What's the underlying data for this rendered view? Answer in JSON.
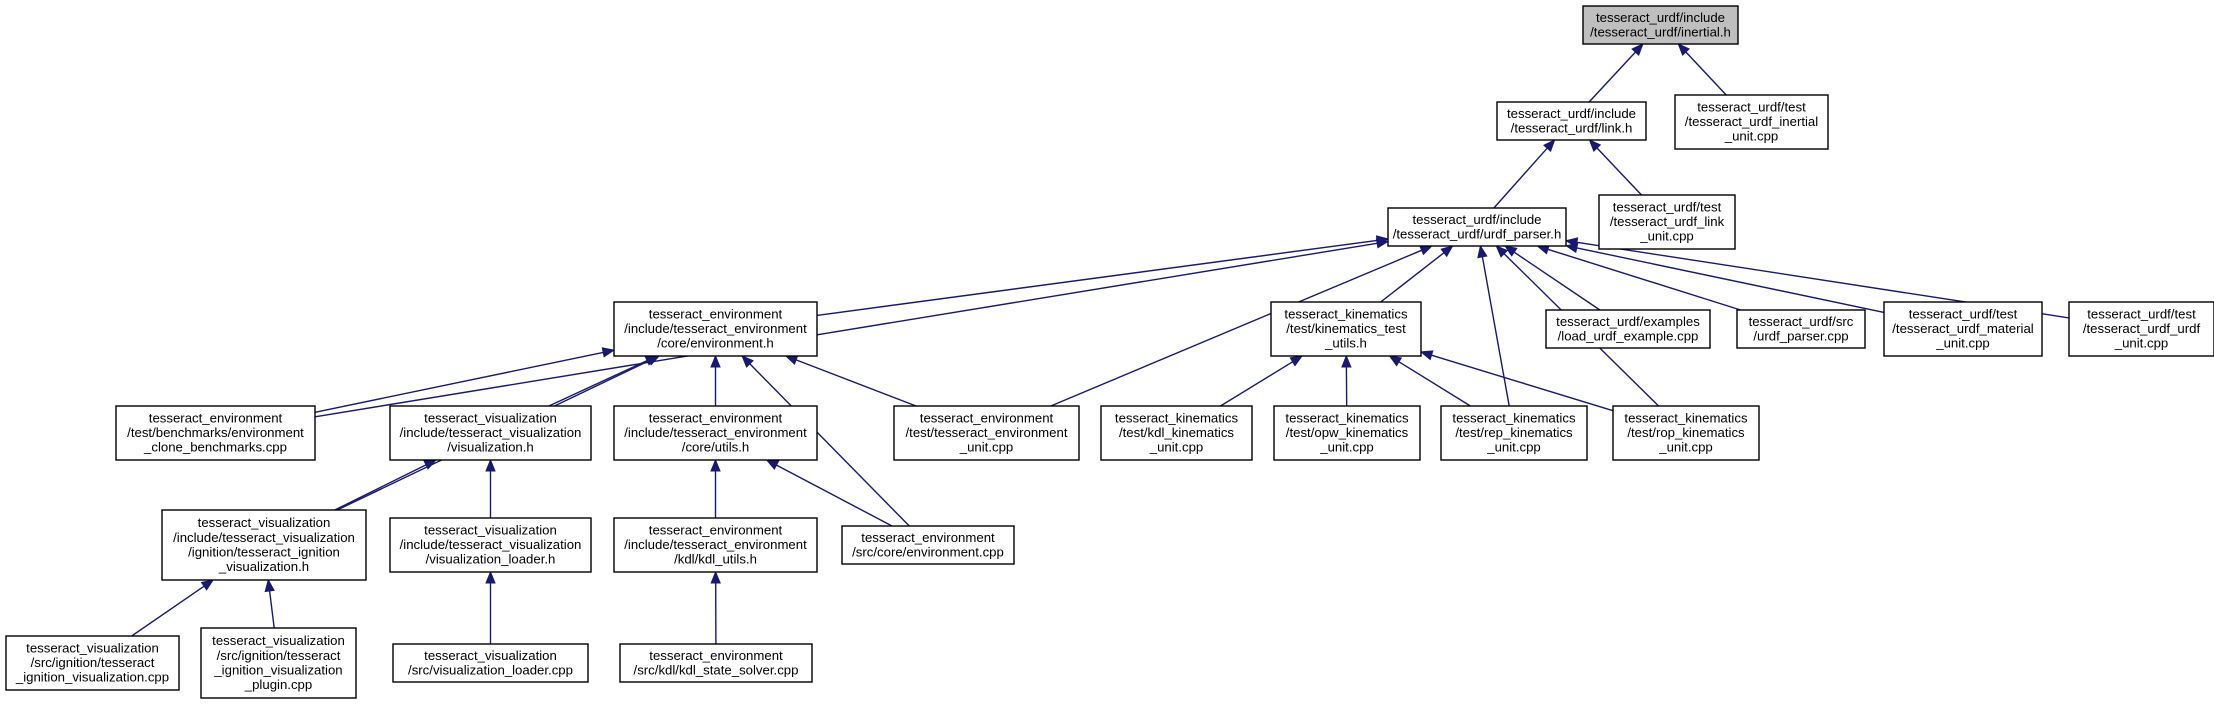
{
  "colors": {
    "edge": "#191970",
    "root_fill": "#bfbfbf",
    "node_fill": "#ffffff",
    "node_border": "#000000"
  },
  "nodes": [
    {
      "id": "inertial_h",
      "lines": [
        "tesseract_urdf/include",
        "/tesseract_urdf/inertial.h"
      ],
      "root": true
    },
    {
      "id": "link_h",
      "lines": [
        "tesseract_urdf/include",
        "/tesseract_urdf/link.h"
      ]
    },
    {
      "id": "inertial_unit",
      "lines": [
        "tesseract_urdf/test",
        "/tesseract_urdf_inertial",
        "_unit.cpp"
      ]
    },
    {
      "id": "urdf_parser_h",
      "lines": [
        "tesseract_urdf/include",
        "/tesseract_urdf/urdf_parser.h"
      ]
    },
    {
      "id": "link_unit",
      "lines": [
        "tesseract_urdf/test",
        "/tesseract_urdf_link",
        "_unit.cpp"
      ]
    },
    {
      "id": "environment_h",
      "lines": [
        "tesseract_environment",
        "/include/tesseract_environment",
        "/core/environment.h"
      ]
    },
    {
      "id": "kinematics_test_utils",
      "lines": [
        "tesseract_kinematics",
        "/test/kinematics_test",
        "_utils.h"
      ]
    },
    {
      "id": "load_urdf_example",
      "lines": [
        "tesseract_urdf/examples",
        "/load_urdf_example.cpp"
      ]
    },
    {
      "id": "urdf_parser_cpp",
      "lines": [
        "tesseract_urdf/src",
        "/urdf_parser.cpp"
      ]
    },
    {
      "id": "material_unit",
      "lines": [
        "tesseract_urdf/test",
        "/tesseract_urdf_material",
        "_unit.cpp"
      ]
    },
    {
      "id": "urdf_unit",
      "lines": [
        "tesseract_urdf/test",
        "/tesseract_urdf_urdf",
        "_unit.cpp"
      ]
    },
    {
      "id": "clone_benchmarks",
      "lines": [
        "tesseract_environment",
        "/test/benchmarks/environment",
        "_clone_benchmarks.cpp"
      ]
    },
    {
      "id": "visualization_h",
      "lines": [
        "tesseract_visualization",
        "/include/tesseract_visualization",
        "/visualization.h"
      ]
    },
    {
      "id": "utils_h",
      "lines": [
        "tesseract_environment",
        "/include/tesseract_environment",
        "/core/utils.h"
      ]
    },
    {
      "id": "environment_unit",
      "lines": [
        "tesseract_environment",
        "/test/tesseract_environment",
        "_unit.cpp"
      ]
    },
    {
      "id": "kdl_kinematics_unit",
      "lines": [
        "tesseract_kinematics",
        "/test/kdl_kinematics",
        "_unit.cpp"
      ]
    },
    {
      "id": "opw_kinematics_unit",
      "lines": [
        "tesseract_kinematics",
        "/test/opw_kinematics",
        "_unit.cpp"
      ]
    },
    {
      "id": "rep_kinematics_unit",
      "lines": [
        "tesseract_kinematics",
        "/test/rep_kinematics",
        "_unit.cpp"
      ]
    },
    {
      "id": "rop_kinematics_unit",
      "lines": [
        "tesseract_kinematics",
        "/test/rop_kinematics",
        "_unit.cpp"
      ]
    },
    {
      "id": "ignition_visualization_h",
      "lines": [
        "tesseract_visualization",
        "/include/tesseract_visualization",
        "/ignition/tesseract_ignition",
        "_visualization.h"
      ]
    },
    {
      "id": "visualization_loader_h",
      "lines": [
        "tesseract_visualization",
        "/include/tesseract_visualization",
        "/visualization_loader.h"
      ]
    },
    {
      "id": "kdl_utils_h",
      "lines": [
        "tesseract_environment",
        "/include/tesseract_environment",
        "/kdl/kdl_utils.h"
      ]
    },
    {
      "id": "environment_cpp",
      "lines": [
        "tesseract_environment",
        "/src/core/environment.cpp"
      ]
    },
    {
      "id": "ignition_visualization_cpp",
      "lines": [
        "tesseract_visualization",
        "/src/ignition/tesseract",
        "_ignition_visualization.cpp"
      ]
    },
    {
      "id": "ignition_visualization_plugin",
      "lines": [
        "tesseract_visualization",
        "/src/ignition/tesseract",
        "_ignition_visualization",
        "_plugin.cpp"
      ]
    },
    {
      "id": "visualization_loader_cpp",
      "lines": [
        "tesseract_visualization",
        "/src/visualization_loader.cpp"
      ]
    },
    {
      "id": "kdl_state_solver",
      "lines": [
        "tesseract_environment",
        "/src/kdl/kdl_state_solver.cpp"
      ]
    }
  ],
  "edges": [
    {
      "from": "link_h",
      "to": "inertial_h"
    },
    {
      "from": "inertial_unit",
      "to": "inertial_h"
    },
    {
      "from": "urdf_parser_h",
      "to": "link_h"
    },
    {
      "from": "link_unit",
      "to": "link_h"
    },
    {
      "from": "environment_h",
      "to": "urdf_parser_h"
    },
    {
      "from": "clone_benchmarks",
      "to": "urdf_parser_h"
    },
    {
      "from": "environment_unit",
      "to": "urdf_parser_h"
    },
    {
      "from": "kinematics_test_utils",
      "to": "urdf_parser_h"
    },
    {
      "from": "rep_kinematics_unit",
      "to": "urdf_parser_h"
    },
    {
      "from": "rop_kinematics_unit",
      "to": "urdf_parser_h"
    },
    {
      "from": "load_urdf_example",
      "to": "urdf_parser_h"
    },
    {
      "from": "urdf_parser_cpp",
      "to": "urdf_parser_h"
    },
    {
      "from": "material_unit",
      "to": "urdf_parser_h"
    },
    {
      "from": "urdf_unit",
      "to": "urdf_parser_h"
    },
    {
      "from": "clone_benchmarks",
      "to": "environment_h"
    },
    {
      "from": "ignition_visualization_h",
      "to": "environment_h"
    },
    {
      "from": "visualization_h",
      "to": "environment_h"
    },
    {
      "from": "utils_h",
      "to": "environment_h"
    },
    {
      "from": "environment_cpp",
      "to": "environment_h"
    },
    {
      "from": "environment_unit",
      "to": "environment_h"
    },
    {
      "from": "kdl_kinematics_unit",
      "to": "kinematics_test_utils"
    },
    {
      "from": "opw_kinematics_unit",
      "to": "kinematics_test_utils"
    },
    {
      "from": "rep_kinematics_unit",
      "to": "kinematics_test_utils"
    },
    {
      "from": "rop_kinematics_unit",
      "to": "kinematics_test_utils"
    },
    {
      "from": "ignition_visualization_h",
      "to": "visualization_h"
    },
    {
      "from": "visualization_loader_h",
      "to": "visualization_h"
    },
    {
      "from": "kdl_utils_h",
      "to": "utils_h"
    },
    {
      "from": "environment_cpp",
      "to": "utils_h"
    },
    {
      "from": "ignition_visualization_cpp",
      "to": "ignition_visualization_h"
    },
    {
      "from": "ignition_visualization_plugin",
      "to": "ignition_visualization_h"
    },
    {
      "from": "visualization_loader_cpp",
      "to": "visualization_loader_h"
    },
    {
      "from": "kdl_state_solver",
      "to": "kdl_utils_h"
    }
  ]
}
